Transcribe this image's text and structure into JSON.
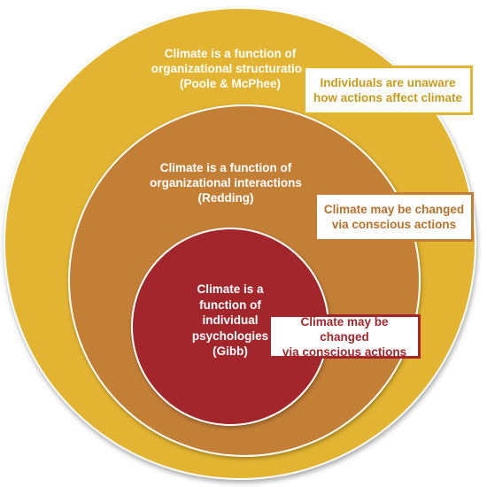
{
  "diagram": {
    "colors": {
      "outer_ring": "#e2b431",
      "middle_ring": "#c47f37",
      "inner_ring": "#a3262c",
      "ring_text": "#ffffff"
    },
    "outer": {
      "label": "Climate is a function of\norganizational structuration\n(Poole & McPhee)",
      "note": "Individuals are unaware\nhow actions affect climate"
    },
    "middle": {
      "label": "Climate is a function of\norganizational interactions\n(Redding)",
      "note": "Climate may be changed\nvia conscious actions"
    },
    "inner": {
      "label": "Climate is a\nfunction of\nindividual\npsychologies\n(Gibb)",
      "note": "Climate may be changed\nvia conscious actions"
    }
  }
}
